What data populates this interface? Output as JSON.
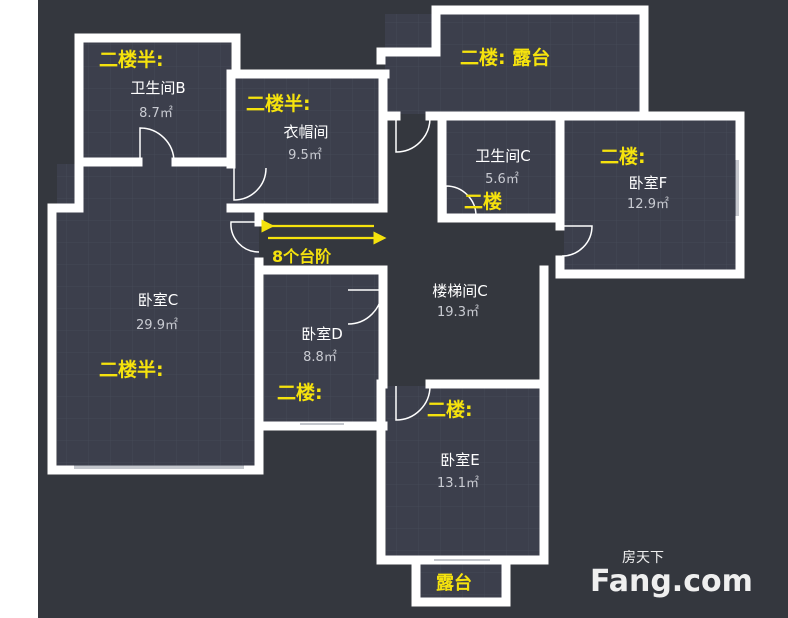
{
  "colors": {
    "background": "#34373e",
    "room_fill": "#3c3f4c",
    "wall": "#ffffff",
    "label_yellow": "#f5e20d",
    "arrow_yellow": "#f5e20d"
  },
  "rooms": {
    "bath_b": {
      "floor": "二楼半:",
      "name": "卫生间B",
      "area": "8.7㎡"
    },
    "cloak": {
      "floor": "二楼半:",
      "name": "衣帽间",
      "area": "9.5㎡"
    },
    "terrace": {
      "floor": "二楼: 露台"
    },
    "bath_c": {
      "name": "卫生间C",
      "area": "5.6㎡",
      "floor": "二楼"
    },
    "bed_f": {
      "floor": "二楼:",
      "name": "卧室F",
      "area": "12.9㎡"
    },
    "bed_c": {
      "name": "卧室C",
      "area": "29.9㎡",
      "floor": "二楼半:"
    },
    "stair": {
      "name": "楼梯间C",
      "area": "19.3㎡"
    },
    "bed_d": {
      "name": "卧室D",
      "area": "8.8㎡",
      "floor": "二楼:"
    },
    "bed_e": {
      "floor": "二楼:",
      "name": "卧室E",
      "area": "13.1㎡"
    },
    "balcony": {
      "floor": "露台"
    }
  },
  "steps_label": "8个台阶",
  "watermark": {
    "cn": "房天下",
    "brand": "Fang.com"
  }
}
